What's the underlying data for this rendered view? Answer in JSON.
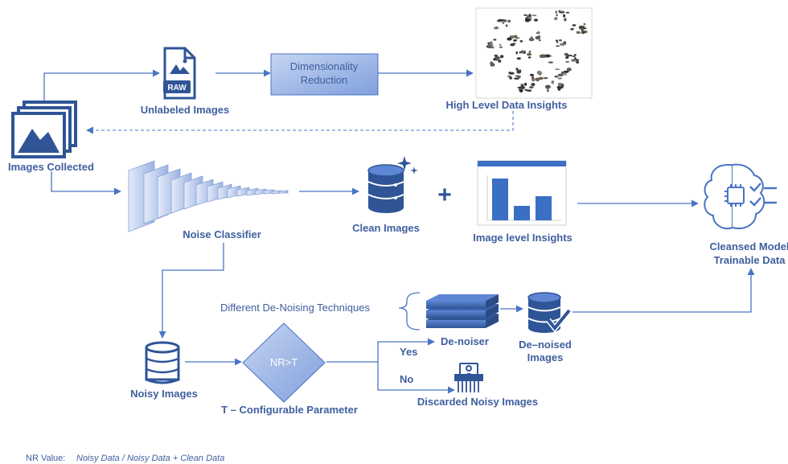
{
  "labels": {
    "unlabeled_images": "Unlabeled Images",
    "raw_tag": "RAW",
    "dim_reduction_line1": "Dimensionality",
    "dim_reduction_line2": "Reduction",
    "high_level_insights": "High Level Data Insights",
    "images_collected": "Images Collected",
    "noise_classifier": "Noise Classifier",
    "clean_images": "Clean Images",
    "plus": "+",
    "image_level_insights": "Image level Insights",
    "cleansed_line1": "Cleansed Model",
    "cleansed_line2": "Trainable Data",
    "denoising_techniques": "Different De-Noising Techniques",
    "denoiser": "De-noiser",
    "denoised_line1": "De–noised",
    "denoised_line2": "Images",
    "noisy_images": "Noisy Images",
    "decision": "NR>T",
    "yes": "Yes",
    "no": "No",
    "configurable": "T – Configurable Parameter",
    "discarded": "Discarded Noisy Images"
  },
  "footer": {
    "nr_label": "NR Value:",
    "nr_formula": "Noisy Data / Noisy Data + Clean Data"
  },
  "colors": {
    "accent": "#4a74c4",
    "text": "#3f5f9e",
    "icon_dark": "#2f5597",
    "box_fill": "#9db3e3"
  }
}
